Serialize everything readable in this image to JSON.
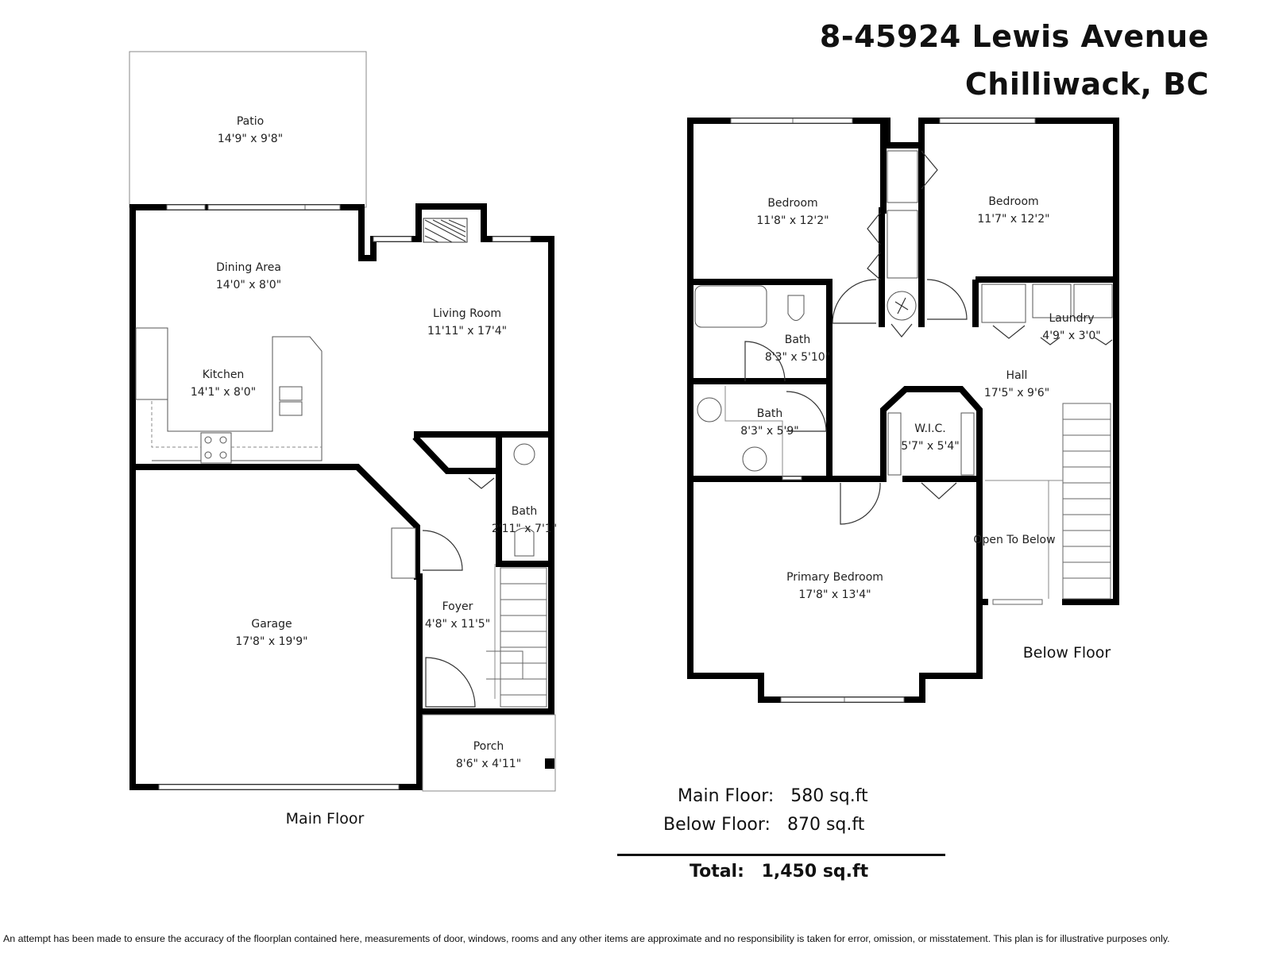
{
  "address": {
    "line1": "8-45924 Lewis Avenue",
    "line2": "Chilliwack, BC"
  },
  "main_floor": {
    "label": "Main Floor",
    "rooms": [
      {
        "name": "Patio",
        "dims": "14'9\" x 9'8\""
      },
      {
        "name": "Dining Area",
        "dims": "14'0\" x 8'0\""
      },
      {
        "name": "Living Room",
        "dims": "11'11\" x 17'4\""
      },
      {
        "name": "Kitchen",
        "dims": "14'1\" x 8'0\""
      },
      {
        "name": "Bath",
        "dims": "2'11\" x 7'1\""
      },
      {
        "name": "Foyer",
        "dims": "4'8\" x 11'5\""
      },
      {
        "name": "Garage",
        "dims": "17'8\" x 19'9\""
      },
      {
        "name": "Porch",
        "dims": "8'6\" x 4'11\""
      }
    ]
  },
  "below_floor": {
    "label": "Below Floor",
    "rooms": [
      {
        "name": "Bedroom",
        "dims": "11'8\" x 12'2\""
      },
      {
        "name": "Bedroom",
        "dims": "11'7\" x 12'2\""
      },
      {
        "name": "Bath",
        "dims": "8'3\" x 5'10\""
      },
      {
        "name": "Laundry",
        "dims": "4'9\" x 3'0\""
      },
      {
        "name": "Hall",
        "dims": "17'5\" x 9'6\""
      },
      {
        "name": "Bath",
        "dims": "8'3\" x 5'9\""
      },
      {
        "name": "W.I.C.",
        "dims": "5'7\" x 5'4\""
      },
      {
        "name": "Open To Below",
        "dims": ""
      },
      {
        "name": "Primary Bedroom",
        "dims": "17'8\" x 13'4\""
      }
    ]
  },
  "areas": {
    "main_label": "Main Floor:",
    "main_value": "580 sq.ft",
    "below_label": "Below Floor:",
    "below_value": "870 sq.ft",
    "total_label": "Total:",
    "total_value": "1,450 sq.ft"
  },
  "disclaimer": "An attempt has been made to ensure the accuracy of the floorplan contained here, measurements of door, windows, rooms and any other items are approximate and no responsibility is taken for error, omission, or misstatement. This plan is for illustrative purposes only."
}
